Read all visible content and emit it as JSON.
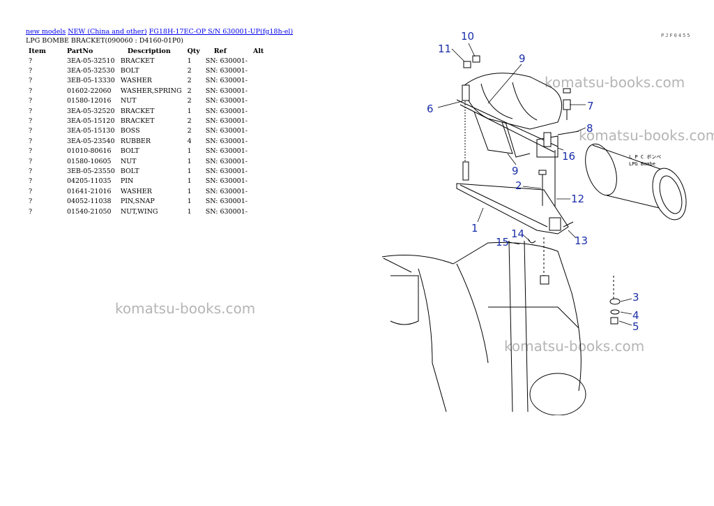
{
  "breadcrumb": {
    "links": [
      "new models",
      "NEW (China and other)",
      "FG18H-17EC-OP S/N 630001-UP(fg18h-el)"
    ]
  },
  "subtitle": "LPG BOMBE BRACKET(090060 : D4160-01P0)",
  "table": {
    "headers": [
      "Item",
      "PartNo",
      "Description",
      "Qty",
      "Ref",
      "Alt"
    ],
    "rows": [
      [
        "?",
        "3EA-05-32510",
        "BRACKET",
        "1",
        "SN: 630001-",
        ""
      ],
      [
        "?",
        "3EA-05-32530",
        "BOLT",
        "2",
        "SN: 630001-",
        ""
      ],
      [
        "?",
        "3EB-05-13330",
        "WASHER",
        "2",
        "SN: 630001-",
        ""
      ],
      [
        "?",
        "01602-22060",
        "WASHER,SPRING",
        "2",
        "SN: 630001-",
        ""
      ],
      [
        "?",
        "01580-12016",
        "NUT",
        "2",
        "SN: 630001-",
        ""
      ],
      [
        "?",
        "3EA-05-32520",
        "BRACKET",
        "1",
        "SN: 630001-",
        ""
      ],
      [
        "?",
        "3EA-05-15120",
        "BRACKET",
        "2",
        "SN: 630001-",
        ""
      ],
      [
        "?",
        "3EA-05-15130",
        "BOSS",
        "2",
        "SN: 630001-",
        ""
      ],
      [
        "?",
        "3EA-05-23540",
        "RUBBER",
        "4",
        "SN: 630001-",
        ""
      ],
      [
        "?",
        "01010-80616",
        "BOLT",
        "1",
        "SN: 630001-",
        ""
      ],
      [
        "?",
        "01580-10605",
        "NUT",
        "1",
        "SN: 630001-",
        ""
      ],
      [
        "?",
        "3EB-05-23550",
        "BOLT",
        "1",
        "SN: 630001-",
        ""
      ],
      [
        "?",
        "04205-11035",
        "PIN",
        "1",
        "SN: 630001-",
        ""
      ],
      [
        "?",
        "01641-21016",
        "WASHER",
        "1",
        "SN: 630001-",
        ""
      ],
      [
        "?",
        "04052-11038",
        "PIN,SNAP",
        "1",
        "SN: 630001-",
        ""
      ],
      [
        "?",
        "01540-21050",
        "NUT,WING",
        "1",
        "SN: 630001-",
        ""
      ]
    ]
  },
  "watermarks": [
    "komatsu-books.com",
    "komatsu-books.com",
    "komatsu-books.com",
    "komatsu-books.com"
  ],
  "diagram": {
    "drawing_code": "PJF0455",
    "tank_label_jp": "L P C ボンベ",
    "tank_label_en": "LPG Bombe",
    "callouts": [
      "10",
      "11",
      "9",
      "6",
      "7",
      "8",
      "16",
      "9",
      "2",
      "12",
      "1",
      "14",
      "13",
      "15",
      "3",
      "4",
      "5"
    ],
    "colors": {
      "callout": "#1a2ea8",
      "link": "#0000ee",
      "watermark": "#b5b5b5"
    }
  }
}
